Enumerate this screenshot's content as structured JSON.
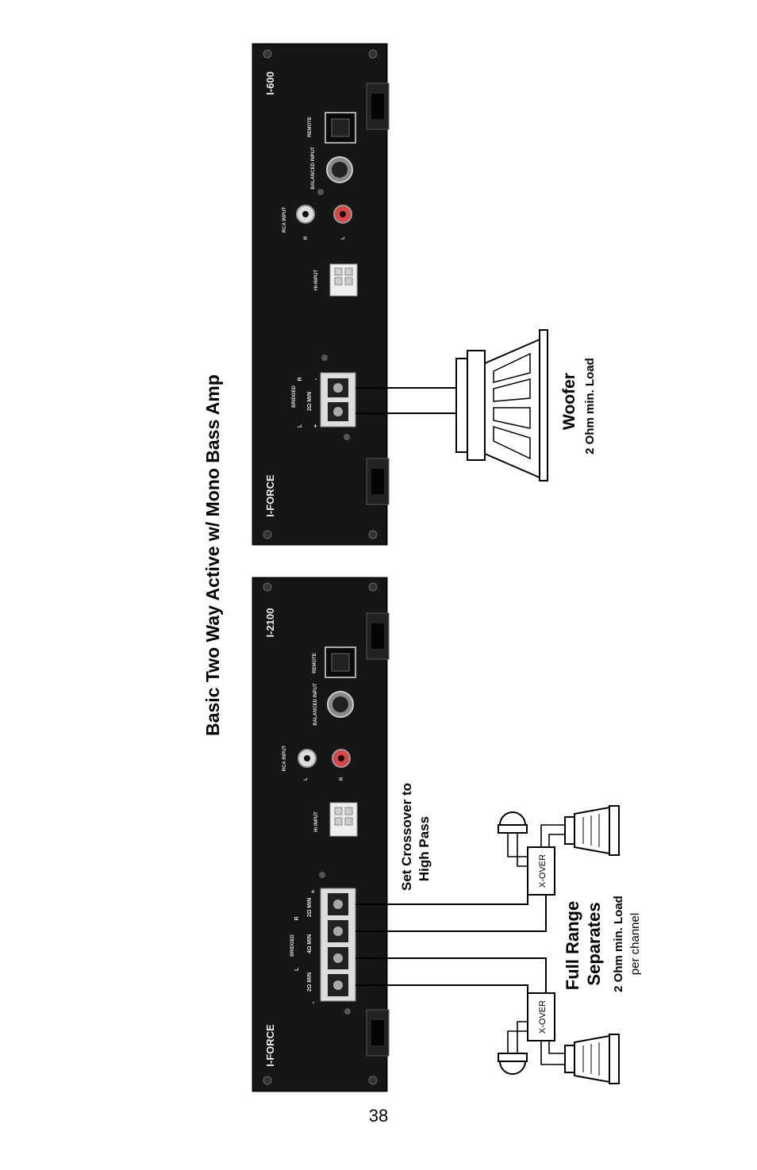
{
  "title": "Basic Two Way Active w/ Mono Bass Amp",
  "page_number": "38",
  "amp_mono": {
    "model": "I-600",
    "brand": "I-FORCE",
    "remote_label": "REMOTE",
    "balanced_input_label": "BALANCED INPUT",
    "rca_label": "RCA INPUT",
    "rca_r": "R",
    "rca_l": "L",
    "hi_input_label": "HI-INPUT",
    "terminal_L": "L",
    "terminal_R": "R",
    "terminal_bridged": "BRIDGED",
    "terminal_load": "2Ω MIN",
    "terminal_plus": "+",
    "terminal_minus": "-"
  },
  "amp_2ch": {
    "model": "I-2100",
    "brand": "I-FORCE",
    "remote_label": "REMOTE",
    "balanced_input_label": "BALANCED INPUT",
    "rca_label": "RCA INPUT",
    "rca_l": "L",
    "rca_r": "R",
    "hi_input_label": "HI INPUT",
    "terminal_L": "L",
    "terminal_R": "R",
    "terminal_bridged": "BRIDGED",
    "load_left": "2Ω MIN",
    "load_bridged": "4Ω MIN",
    "load_right": "2Ω MIN",
    "terminal_plus": "+",
    "terminal_minus": "-"
  },
  "woofer": {
    "title": "Woofer",
    "spec": "2 Ohm min. Load"
  },
  "separates": {
    "title_line1": "Full Range",
    "title_line2": "Separates",
    "spec_line1": "2 Ohm min. Load",
    "spec_line2": "per channel",
    "note_line1": "Set Crossover to",
    "note_line2": "High Pass",
    "xover_label": "X-OVER"
  }
}
